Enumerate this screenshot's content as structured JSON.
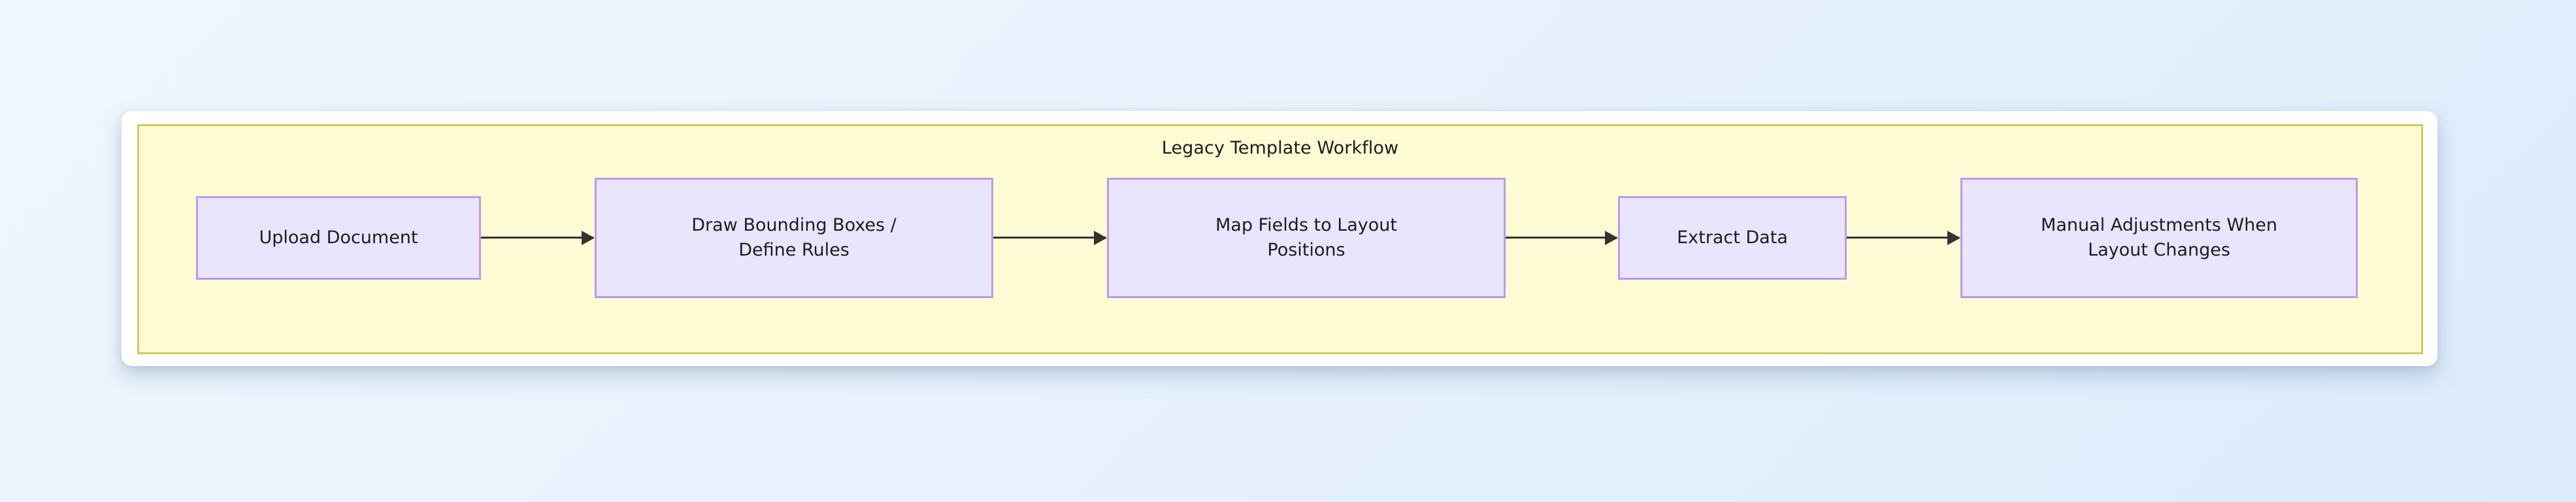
{
  "canvas": {
    "background_from": "#eff6fe",
    "background_to": "#dcebfb",
    "card_background": "#ffffff"
  },
  "diagram": {
    "type": "flowchart",
    "direction": "left-to-right",
    "cluster": {
      "title": "Legacy Template Workflow",
      "fill": "#fcfbd4",
      "stroke": "#cccc5f"
    },
    "node_style": {
      "fill": "#e9e5fc",
      "stroke": "#bb9beb",
      "text_color": "#1d1d1d"
    },
    "edge_style": {
      "stroke": "#333333",
      "arrowhead": "solid-triangle"
    },
    "nodes": [
      {
        "id": "upload",
        "label": "Upload Document"
      },
      {
        "id": "draw-boxes",
        "label": "Draw Bounding Boxes /\nDefine Rules"
      },
      {
        "id": "map-fields",
        "label": "Map Fields to Layout\nPositions"
      },
      {
        "id": "extract-data",
        "label": "Extract Data"
      },
      {
        "id": "manual-adjust",
        "label": "Manual Adjustments When\nLayout Changes"
      }
    ],
    "edges": [
      {
        "id": "edge-1",
        "from": "upload",
        "to": "draw-boxes",
        "label": ""
      },
      {
        "id": "edge-2",
        "from": "draw-boxes",
        "to": "map-fields",
        "label": ""
      },
      {
        "id": "edge-3",
        "from": "map-fields",
        "to": "extract-data",
        "label": ""
      },
      {
        "id": "edge-4",
        "from": "extract-data",
        "to": "manual-adjust",
        "label": ""
      }
    ]
  }
}
